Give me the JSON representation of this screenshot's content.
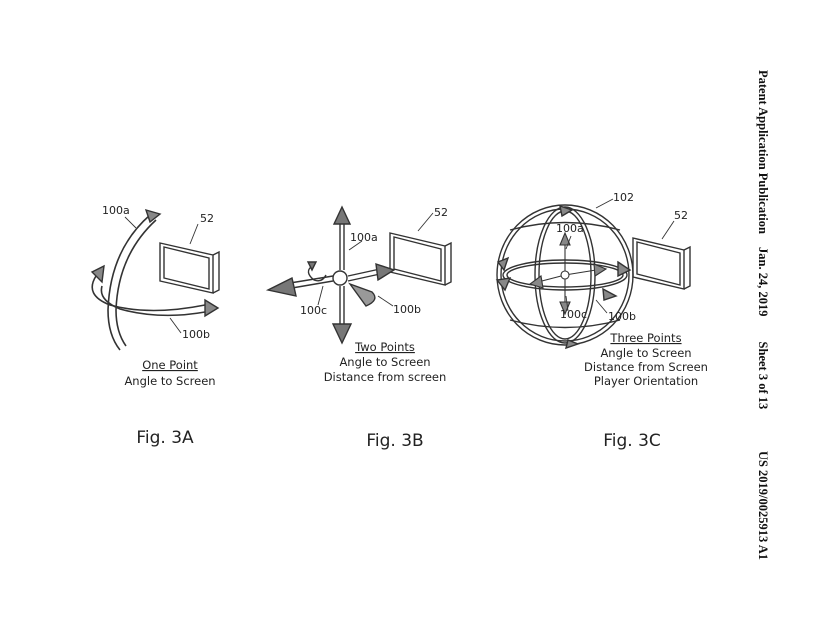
{
  "header": {
    "publication": "Patent Application Publication",
    "date": "Jan. 24, 2019",
    "sheet": "Sheet 3 of 13",
    "number": "US 2019/0025913 A1"
  },
  "figures": [
    {
      "caption": "Fig. 3A",
      "title": "One Point",
      "lines": [
        "Angle to Screen"
      ],
      "labels": {
        "screen": "52",
        "point_a": "100a",
        "point_b": "100b"
      }
    },
    {
      "caption": "Fig. 3B",
      "title": "Two Points",
      "lines": [
        "Angle to Screen",
        "Distance from screen"
      ],
      "labels": {
        "screen": "52",
        "point_a": "100a",
        "point_b": "100b",
        "point_c": "100c"
      }
    },
    {
      "caption": "Fig. 3C",
      "title": "Three Points",
      "lines": [
        "Angle to Screen",
        "Distance from Screen",
        "Player Orientation"
      ],
      "labels": {
        "screen": "52",
        "sphere": "102",
        "point_a": "100a",
        "point_b": "100b",
        "point_c": "100c"
      }
    }
  ]
}
